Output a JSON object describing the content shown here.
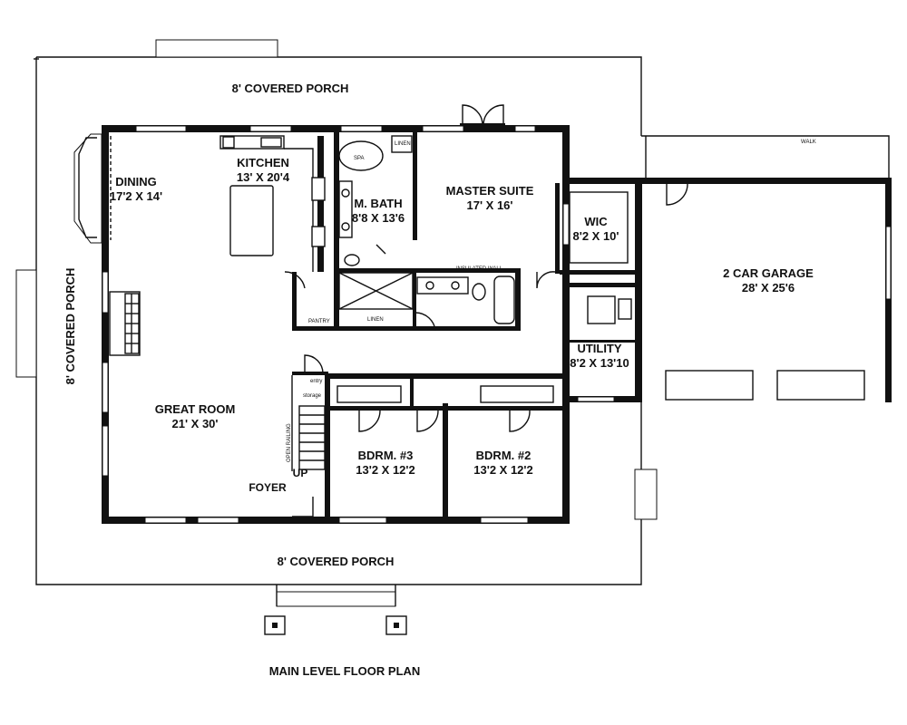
{
  "plan": {
    "title": "MAIN LEVEL FLOOR PLAN",
    "porches": {
      "top": "8' COVERED PORCH",
      "left": "8' COVERED PORCH",
      "bottom": "8' COVERED PORCH"
    },
    "rooms": {
      "dining": {
        "name": "DINING",
        "size": "17'2 X 14'"
      },
      "kitchen": {
        "name": "KITCHEN",
        "size": "13' X 20'4"
      },
      "mbath": {
        "name": "M. BATH",
        "size": "8'8 X 13'6"
      },
      "master": {
        "name": "MASTER SUITE",
        "size": "17' X 16'"
      },
      "wic": {
        "name": "WIC",
        "size": "8'2 X 10'"
      },
      "garage": {
        "name": "2 CAR GARAGE",
        "size": "28' X 25'6"
      },
      "utility": {
        "name": "UTILITY",
        "size": "8'2 X 13'10"
      },
      "great": {
        "name": "GREAT ROOM",
        "size": "21' X 30'"
      },
      "bdrm3": {
        "name": "BDRM. #3",
        "size": "13'2 X 12'2"
      },
      "bdrm2": {
        "name": "BDRM. #2",
        "size": "13'2 X 12'2"
      }
    },
    "notes": {
      "foyer": "FOYER",
      "up": "UP",
      "pantry": "PANTRY",
      "linen_bath": "LINEN",
      "linen_hall": "LINEN",
      "spa": "SPA",
      "insulated_wall": "INSULATED WALL",
      "entry": "entry",
      "storage": "storage",
      "open_railing": "OPEN RAILING",
      "walk": "WALK"
    }
  }
}
